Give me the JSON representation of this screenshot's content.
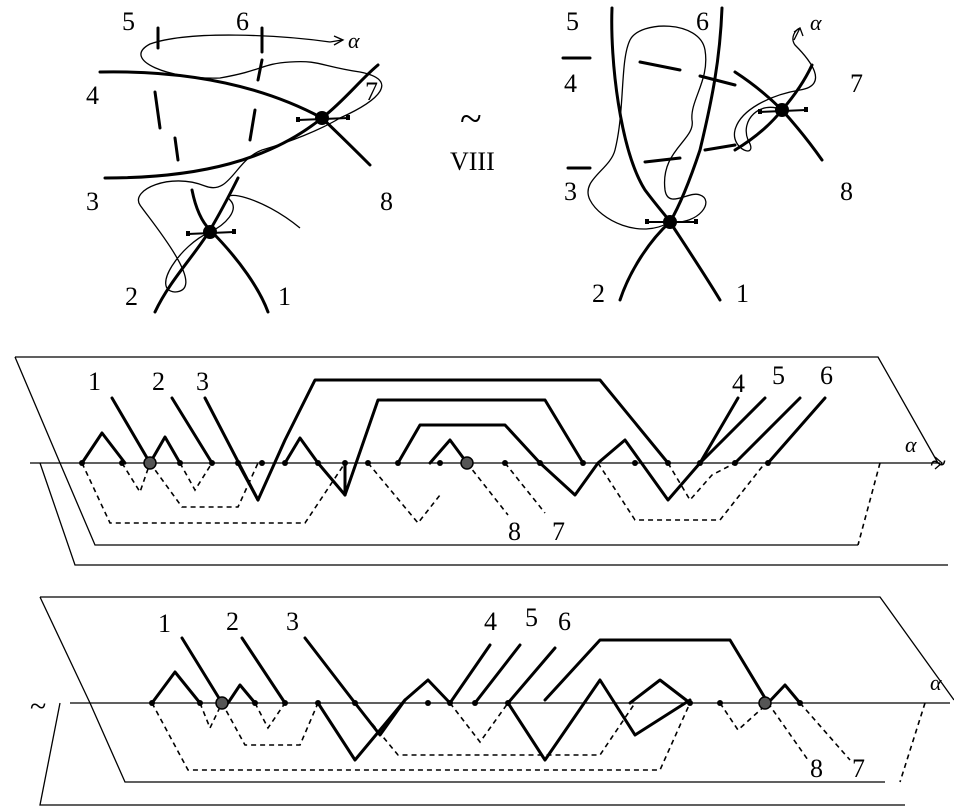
{
  "top_left": {
    "labels": [
      "5",
      "6",
      "4",
      "7",
      "3",
      "8",
      "2",
      "1"
    ],
    "alpha": "α"
  },
  "move": {
    "symbol": "~",
    "label": "VIII"
  },
  "top_right": {
    "labels": [
      "5",
      "6",
      "4",
      "7",
      "3",
      "8",
      "2",
      "1"
    ],
    "alpha": "α"
  },
  "middle": {
    "labels": [
      "1",
      "2",
      "3",
      "4",
      "5",
      "6",
      "8",
      "7"
    ],
    "alpha": "α",
    "tilde": "~"
  },
  "bottom": {
    "labels": [
      "1",
      "2",
      "3",
      "4",
      "5",
      "6",
      "8",
      "7"
    ],
    "alpha": "α",
    "tilde": "~"
  }
}
